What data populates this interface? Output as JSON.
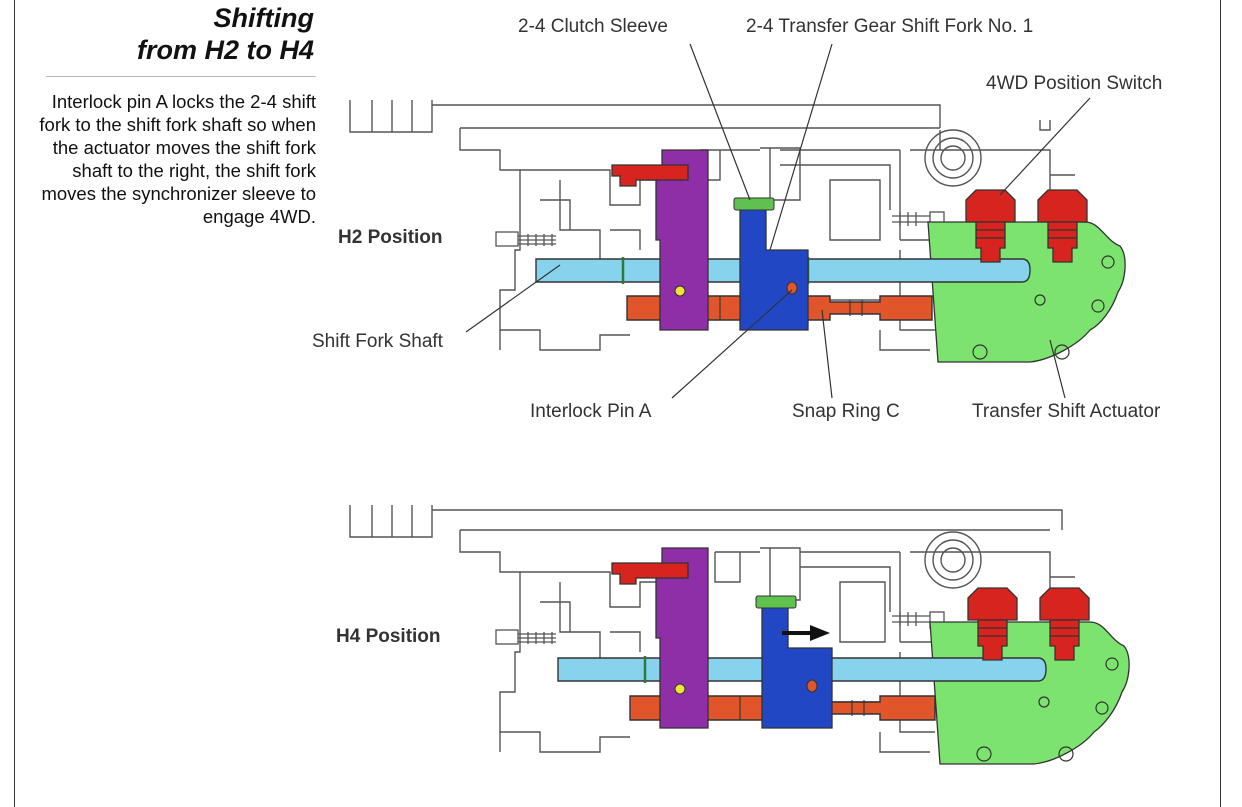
{
  "header": {
    "title_line1": "Shifting",
    "title_line2": "from H2 to H4",
    "description": "Interlock pin A locks the 2-4 shift fork to the shift fork shaft so when the actuator moves the shift fork shaft to the right, the shift fork moves the synchronizer sleeve to engage 4WD."
  },
  "diagram": {
    "labels": {
      "clutch_sleeve": "2-4 Clutch Sleeve",
      "shift_fork_no1": "2-4 Transfer Gear Shift Fork No. 1",
      "position_switch": "4WD Position Switch",
      "shift_fork_shaft": "Shift Fork Shaft",
      "interlock_pin": "Interlock Pin A",
      "snap_ring": "Snap Ring C",
      "shift_actuator": "Transfer Shift Actuator"
    },
    "positions": {
      "h2": "H2 Position",
      "h4": "H4 Position"
    },
    "colors": {
      "shift_fork_shaft": "#87d3ee",
      "output_shaft": "#e0552a",
      "shift_fork": "#8e2fa8",
      "clutch_sleeve": "#2147c4",
      "snap_ring": "#5fc24f",
      "actuator": "#7de36f",
      "switch": "#d8241e",
      "interlock_pin": "#f2e23a"
    }
  }
}
